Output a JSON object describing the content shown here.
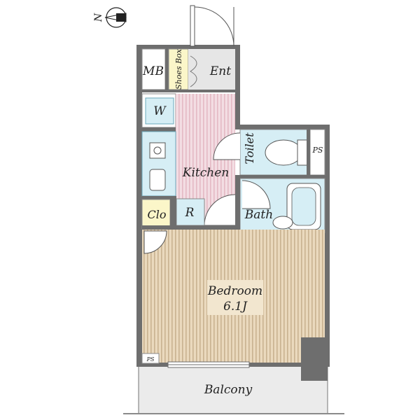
{
  "compass": {
    "north_label": "N"
  },
  "rooms": {
    "mb": "MB",
    "shoes_box": "Shoes Box",
    "ent": "Ent",
    "w": "W",
    "kitchen": "Kitchen",
    "toilet": "Toilet",
    "ps_upper": "PS",
    "clo": "Clo",
    "r": "R",
    "bath": "Bath",
    "bedroom": "Bedroom",
    "bedroom_size": "6.1J",
    "ps_lower": "PS",
    "balcony": "Balcony"
  },
  "colors": {
    "wall": "#6e6e6e",
    "kitchen_floor": "#f3dde3",
    "kitchen_stripe": "#e4b9c4",
    "bedroom_floor": "#ead9bd",
    "bedroom_stripe": "#c9b291",
    "wet_area": "#d6eef5",
    "closet": "#fbf6c9",
    "entrance": "#e6e6e6",
    "balcony": "#ebebeb",
    "size_tag": "#f2e6cf"
  }
}
